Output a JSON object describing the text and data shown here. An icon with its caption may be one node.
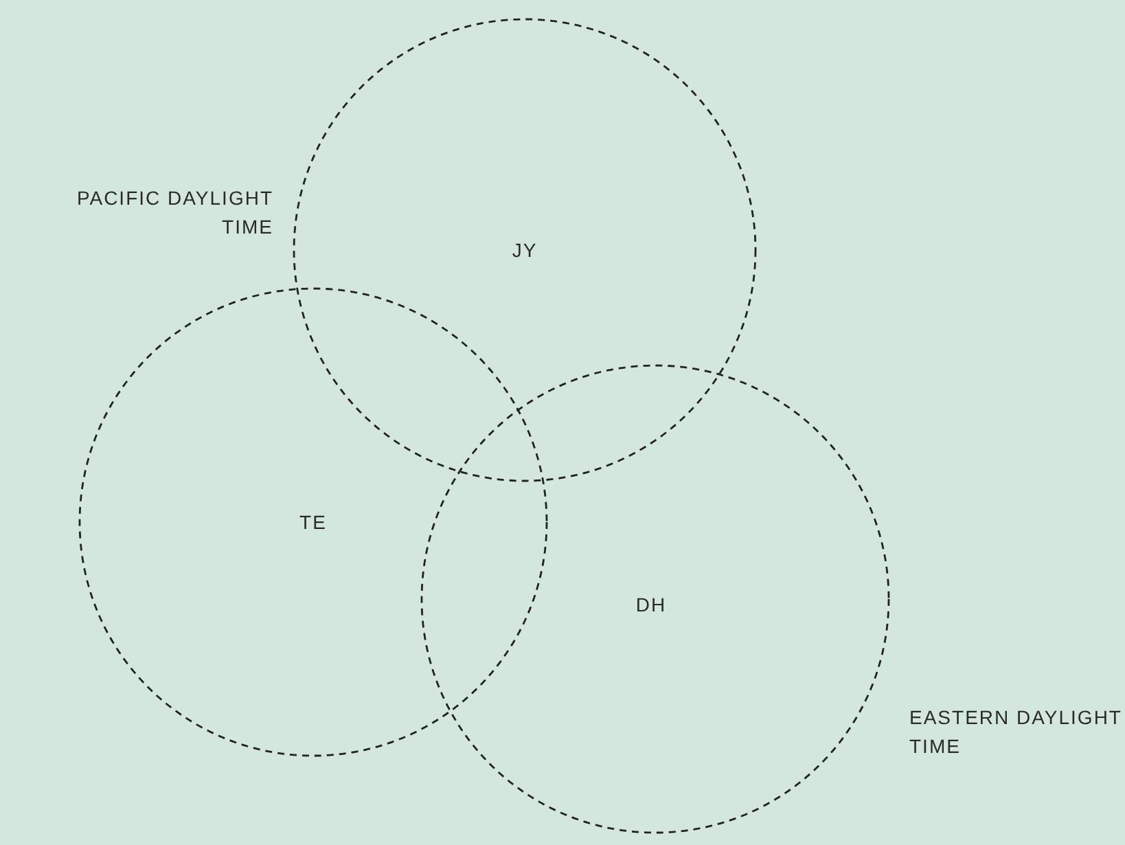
{
  "diagram": {
    "nodes": [
      {
        "text": [
          "JY"
        ]
      },
      {
        "text": [
          "TE"
        ]
      },
      {
        "text": [
          "DH"
        ]
      }
    ],
    "labels": [
      "PACIFIC DAYLIGHT TIME",
      "EASTERN DAYLIGHT TIME"
    ]
  }
}
